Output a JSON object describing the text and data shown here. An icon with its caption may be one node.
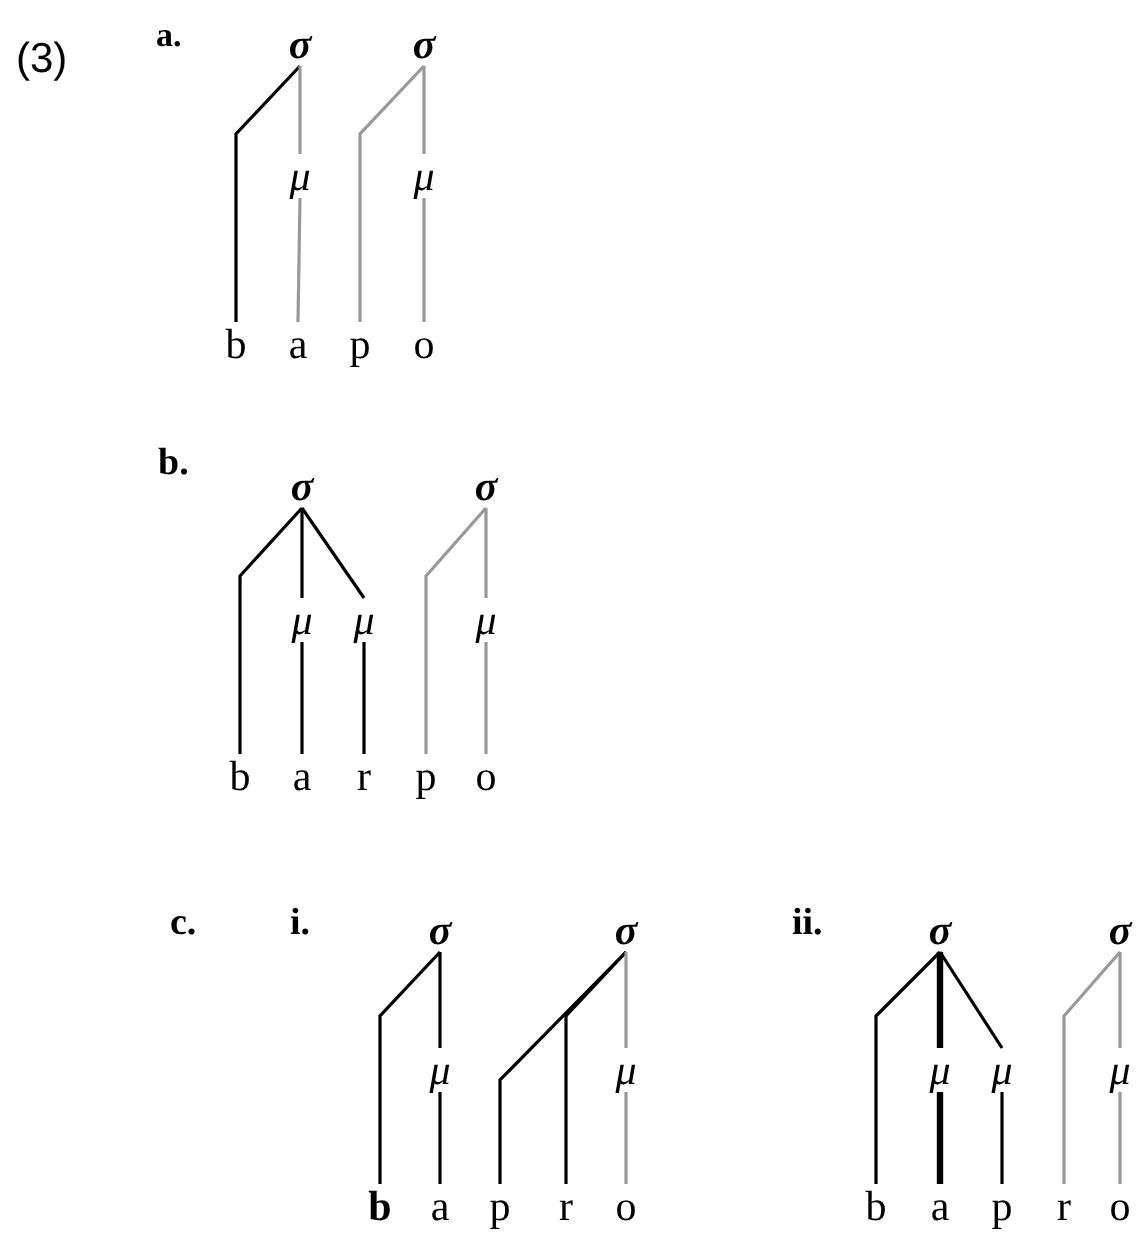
{
  "diagram": {
    "nodes": [
      {
        "text": [
          "σ"
        ]
      },
      {
        "text": [
          "σ"
        ]
      },
      {
        "text": [
          "μ"
        ]
      },
      {
        "text": [
          "μ"
        ]
      },
      {
        "text": [
          "b"
        ]
      },
      {
        "text": [
          "a"
        ]
      },
      {
        "text": [
          "p"
        ]
      },
      {
        "text": [
          "o"
        ]
      },
      {
        "text": [
          "σ"
        ]
      },
      {
        "text": [
          "σ"
        ]
      },
      {
        "text": [
          "μ"
        ]
      },
      {
        "text": [
          "μ"
        ]
      },
      {
        "text": [
          "μ"
        ]
      },
      {
        "text": [
          "b"
        ]
      },
      {
        "text": [
          "a"
        ]
      },
      {
        "text": [
          "r"
        ]
      },
      {
        "text": [
          "p"
        ]
      },
      {
        "text": [
          "o"
        ]
      },
      {
        "text": [
          "σ"
        ]
      },
      {
        "text": [
          "σ"
        ]
      },
      {
        "text": [
          "μ"
        ]
      },
      {
        "text": [
          "μ"
        ]
      },
      {
        "text": [
          "b"
        ]
      },
      {
        "text": [
          "a"
        ]
      },
      {
        "text": [
          "p"
        ]
      },
      {
        "text": [
          "r"
        ]
      },
      {
        "text": [
          "o"
        ]
      },
      {
        "text": [
          "σ"
        ]
      },
      {
        "text": [
          "σ"
        ]
      },
      {
        "text": [
          "μ"
        ]
      },
      {
        "text": [
          "μ"
        ]
      },
      {
        "text": [
          "μ"
        ]
      },
      {
        "text": [
          "b"
        ]
      },
      {
        "text": [
          "a"
        ]
      },
      {
        "text": [
          "p"
        ]
      },
      {
        "text": [
          "r"
        ]
      },
      {
        "text": [
          "o"
        ]
      }
    ],
    "edges": [
      {
        "from": 0,
        "to": 4,
        "arrow": "none"
      },
      {
        "from": 0,
        "to": 2,
        "arrow": "none",
        "color": "#999999"
      },
      {
        "from": 2,
        "to": 5,
        "arrow": "none",
        "color": "#999999"
      },
      {
        "from": 1,
        "to": 6,
        "arrow": "none",
        "color": "#999999"
      },
      {
        "from": 1,
        "to": 3,
        "arrow": "none",
        "color": "#999999"
      },
      {
        "from": 3,
        "to": 7,
        "arrow": "none",
        "color": "#999999"
      },
      {
        "from": 8,
        "to": 13,
        "arrow": "none"
      },
      {
        "from": 8,
        "to": 10,
        "arrow": "none"
      },
      {
        "from": 8,
        "to": 11,
        "arrow": "none"
      },
      {
        "from": 10,
        "to": 14,
        "arrow": "none"
      },
      {
        "from": 11,
        "to": 15,
        "arrow": "none"
      },
      {
        "from": 9,
        "to": 16,
        "arrow": "none",
        "color": "#999999"
      },
      {
        "from": 9,
        "to": 12,
        "arrow": "none",
        "color": "#999999"
      },
      {
        "from": 12,
        "to": 17,
        "arrow": "none",
        "color": "#999999"
      },
      {
        "from": 18,
        "to": 22,
        "arrow": "none"
      },
      {
        "from": 18,
        "to": 20,
        "arrow": "none"
      },
      {
        "from": 20,
        "to": 23,
        "arrow": "none"
      },
      {
        "from": 19,
        "to": 24,
        "arrow": "none"
      },
      {
        "from": 19,
        "to": 25,
        "arrow": "none"
      },
      {
        "from": 19,
        "to": 21,
        "arrow": "none",
        "color": "#999999"
      },
      {
        "from": 21,
        "to": 26,
        "arrow": "none",
        "color": "#999999"
      },
      {
        "from": 27,
        "to": 32,
        "arrow": "none"
      },
      {
        "from": 27,
        "to": 29,
        "arrow": "none",
        "style": "thick"
      },
      {
        "from": 27,
        "to": 30,
        "arrow": "none"
      },
      {
        "from": 29,
        "to": 33,
        "arrow": "none",
        "style": "thick"
      },
      {
        "from": 30,
        "to": 34,
        "arrow": "none"
      },
      {
        "from": 28,
        "to": 35,
        "arrow": "none",
        "color": "#999999"
      },
      {
        "from": 28,
        "to": 31,
        "arrow": "none",
        "color": "#999999"
      },
      {
        "from": 31,
        "to": 36,
        "arrow": "none",
        "color": "#999999"
      }
    ],
    "labels": [
      "(3)",
      "a.",
      "b.",
      "c.",
      "i.",
      "ii."
    ]
  }
}
